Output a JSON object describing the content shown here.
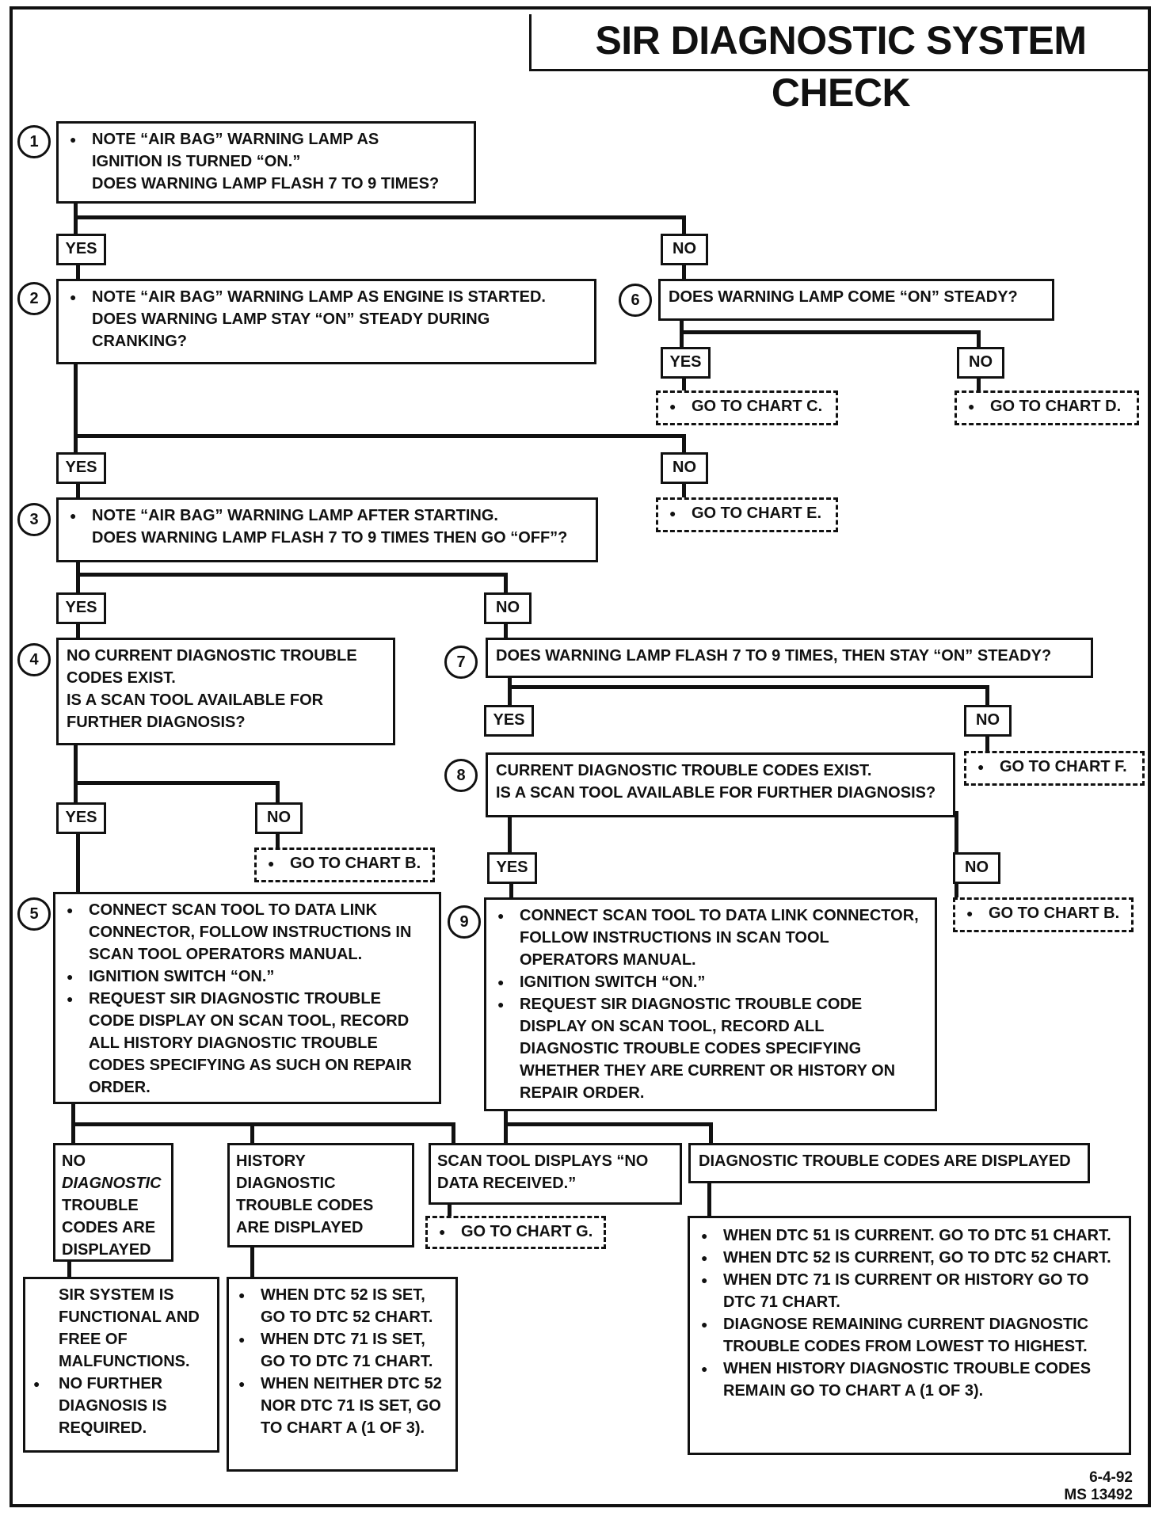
{
  "title": "SIR DIAGNOSTIC SYSTEM CHECK",
  "steps": {
    "s1": {
      "num": "1",
      "lines": [
        "NOTE “AIR BAG” WARNING LAMP AS",
        "IGNITION IS TURNED “ON.”",
        "DOES WARNING LAMP FLASH 7 TO 9 TIMES?"
      ]
    },
    "s2": {
      "num": "2",
      "lines": [
        "NOTE “AIR BAG” WARNING LAMP AS ENGINE IS STARTED.",
        "DOES WARNING LAMP STAY “ON” STEADY DURING",
        "CRANKING?"
      ]
    },
    "s3": {
      "num": "3",
      "lines": [
        "NOTE “AIR BAG” WARNING LAMP AFTER STARTING.",
        "DOES WARNING LAMP FLASH 7 TO 9 TIMES THEN GO “OFF”?"
      ]
    },
    "s4": {
      "num": "4",
      "lines": [
        "NO CURRENT DIAGNOSTIC TROUBLE",
        "CODES EXIST.",
        "IS A SCAN TOOL AVAILABLE FOR",
        "FURTHER DIAGNOSIS?"
      ]
    },
    "s5": {
      "num": "5",
      "items": [
        "CONNECT SCAN TOOL TO DATA LINK CONNECTOR, FOLLOW INSTRUCTIONS IN SCAN TOOL OPERATORS MANUAL.",
        "IGNITION SWITCH “ON.”",
        "REQUEST SIR DIAGNOSTIC TROUBLE CODE DISPLAY ON SCAN TOOL, RECORD ALL HISTORY DIAGNOSTIC TROUBLE CODES SPECIFYING AS SUCH ON REPAIR ORDER."
      ]
    },
    "s6": {
      "num": "6",
      "lines": [
        "DOES WARNING LAMP COME “ON” STEADY?"
      ]
    },
    "s7": {
      "num": "7",
      "lines": [
        "DOES WARNING LAMP FLASH 7 TO 9 TIMES, THEN STAY “ON” STEADY?"
      ]
    },
    "s8": {
      "num": "8",
      "lines": [
        "CURRENT DIAGNOSTIC TROUBLE CODES EXIST.",
        "IS A SCAN TOOL AVAILABLE FOR FURTHER DIAGNOSIS?"
      ]
    },
    "s9": {
      "num": "9",
      "items": [
        "CONNECT SCAN TOOL TO DATA LINK CONNECTOR, FOLLOW INSTRUCTIONS IN SCAN TOOL OPERATORS MANUAL.",
        "IGNITION SWITCH “ON.”",
        "REQUEST SIR DIAGNOSTIC TROUBLE CODE DISPLAY ON SCAN TOOL, RECORD ALL DIAGNOSTIC TROUBLE CODES SPECIFYING WHETHER THEY ARE CURRENT OR HISTORY ON REPAIR ORDER."
      ]
    }
  },
  "labels": {
    "yes": "YES",
    "no": "NO"
  },
  "goto": {
    "chart_b": "GO TO CHART B.",
    "chart_c": "GO TO CHART C.",
    "chart_d": "GO TO CHART D.",
    "chart_e": "GO TO CHART E.",
    "chart_f": "GO TO CHART F.",
    "chart_g": "GO TO CHART G."
  },
  "outcomes": {
    "no_dtc": "NO DIAGNOSTIC TROUBLE CODES ARE DISPLAYED",
    "no_dtc_word1": "NO",
    "no_dtc_word2": "DIAGNOSTIC",
    "no_dtc_rest": [
      "TROUBLE",
      "CODES ARE",
      "DISPLAYED"
    ],
    "history": [
      "HISTORY",
      "DIAGNOSTIC",
      "TROUBLE CODES",
      "ARE DISPLAYED"
    ],
    "no_data": [
      "SCAN TOOL DISPLAYS “NO",
      "DATA RECEIVED.”"
    ],
    "dtc_displayed": "DIAGNOSTIC TROUBLE CODES ARE DISPLAYED"
  },
  "results": {
    "functional_lines": [
      "SIR SYSTEM IS",
      "FUNCTIONAL AND",
      "FREE OF",
      "MALFUNCTIONS."
    ],
    "functional_item": "NO FURTHER DIAGNOSIS IS REQUIRED.",
    "history_items": [
      "WHEN DTC 52 IS SET, GO TO DTC 52 CHART.",
      "WHEN DTC 71 IS SET, GO TO DTC 71 CHART.",
      "WHEN NEITHER DTC 52 NOR DTC 71 IS SET, GO TO CHART A (1 OF 3)."
    ],
    "current_items": [
      "WHEN DTC 51 IS CURRENT. GO TO DTC 51 CHART.",
      "WHEN DTC 52 IS CURRENT, GO TO DTC 52 CHART.",
      "WHEN DTC 71 IS CURRENT OR HISTORY GO TO DTC 71 CHART.",
      "DIAGNOSE REMAINING CURRENT DIAGNOSTIC TROUBLE CODES FROM LOWEST TO HIGHEST.",
      "WHEN HISTORY DIAGNOSTIC TROUBLE CODES REMAIN GO TO CHART A (1 OF 3)."
    ]
  },
  "stamp": {
    "date": "6-4-92",
    "code": "MS 13492"
  }
}
